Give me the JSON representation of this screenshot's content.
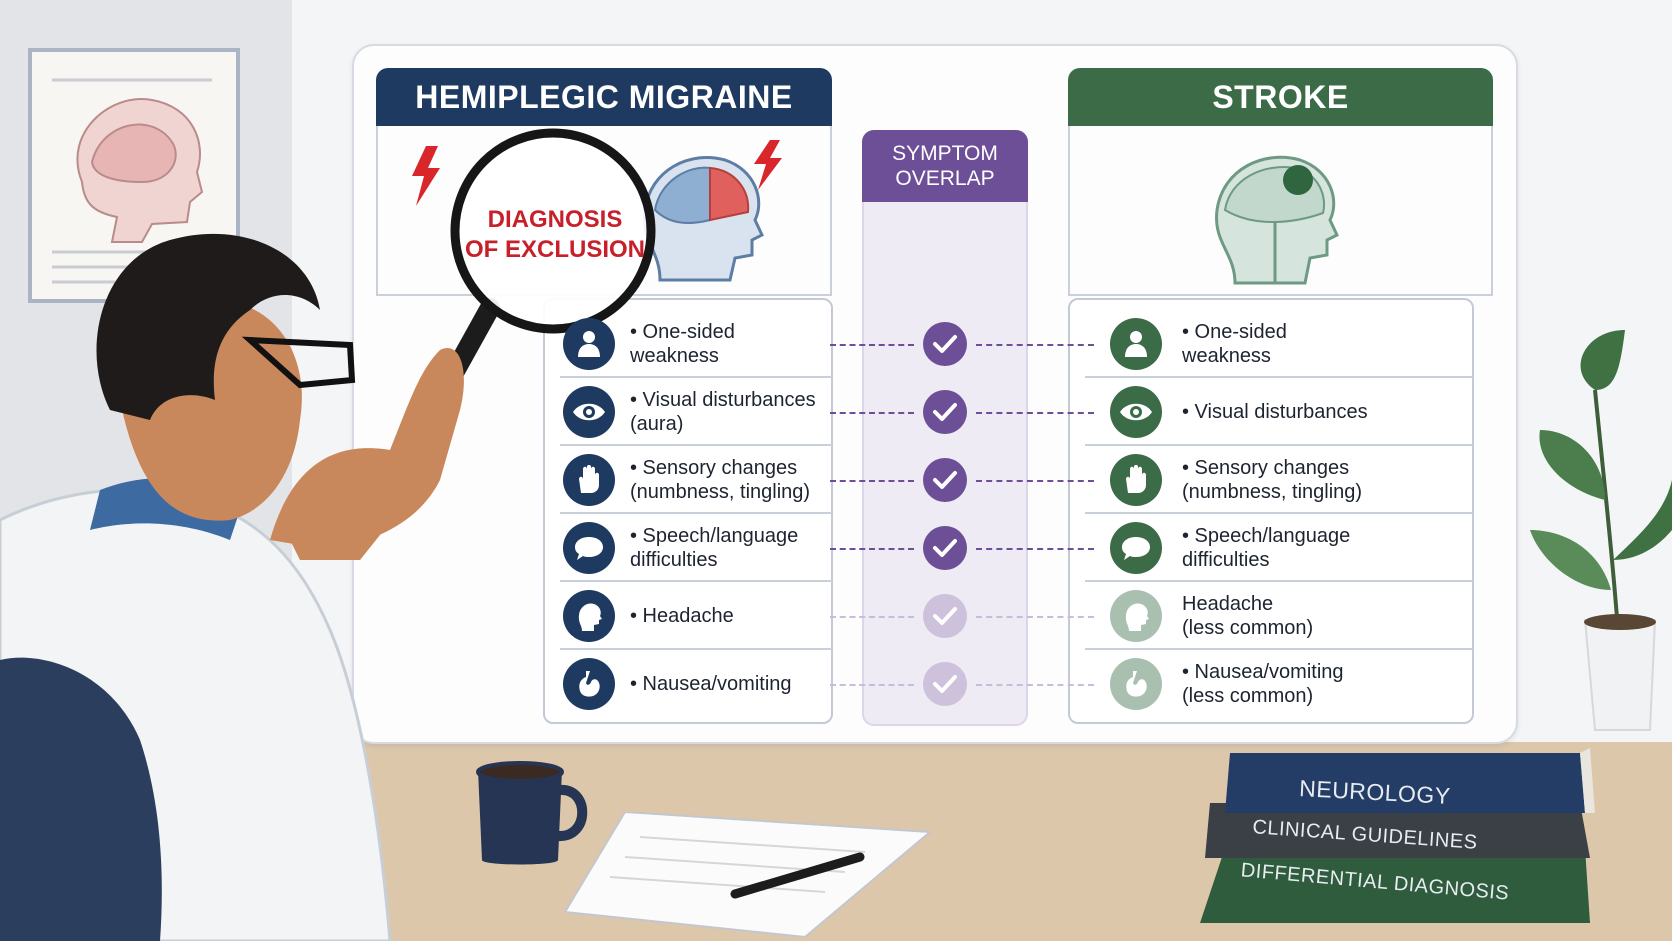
{
  "migraine": {
    "title": "HEMIPLEGIC MIGRAINE",
    "magnifier_line1": "DIAGNOSIS",
    "magnifier_line2": "OF EXCLUSION",
    "symptoms": [
      {
        "line1": "• One-sided",
        "line2": "weakness",
        "icon": "arm-icon"
      },
      {
        "line1": "• Visual disturbances",
        "line2": "(aura)",
        "icon": "eye-icon"
      },
      {
        "line1": "• Sensory changes",
        "line2": "(numbness, tingling)",
        "icon": "hand-icon"
      },
      {
        "line1": "• Speech/language",
        "line2": "difficulties",
        "icon": "speech-bubble-icon"
      },
      {
        "line1": "• Headache",
        "line2": "",
        "icon": "head-icon"
      },
      {
        "line1": "• Nausea/vomiting",
        "line2": "",
        "icon": "stomach-icon"
      }
    ]
  },
  "overlap": {
    "title_line1": "SYMPTOM",
    "title_line2": "OVERLAP",
    "checks": [
      true,
      true,
      true,
      true,
      "faded",
      "faded"
    ]
  },
  "stroke": {
    "title": "STROKE",
    "symptoms": [
      {
        "line1": "• One-sided",
        "line2": "weakness",
        "icon": "arm-icon"
      },
      {
        "line1": "• Visual disturbances",
        "line2": "",
        "icon": "eye-icon"
      },
      {
        "line1": "• Sensory changes",
        "line2": "(numbness, tingling)",
        "icon": "hand-icon"
      },
      {
        "line1": "• Speech/language",
        "line2": "difficulties",
        "icon": "speech-bubble-icon"
      },
      {
        "line1": "Headache",
        "line2": "(less common)",
        "icon": "head-icon"
      },
      {
        "line1": "• Nausea/vomiting",
        "line2": "(less common)",
        "icon": "stomach-icon"
      }
    ]
  },
  "books": [
    "NEUROLOGY",
    "CLINICAL GUIDELINES",
    "DIFFERENTIAL DIAGNOSIS"
  ],
  "colors": {
    "migraine": "#1f3a60",
    "stroke": "#3c6b48",
    "overlap": "#6c4f96",
    "alert": "#c8202a"
  }
}
